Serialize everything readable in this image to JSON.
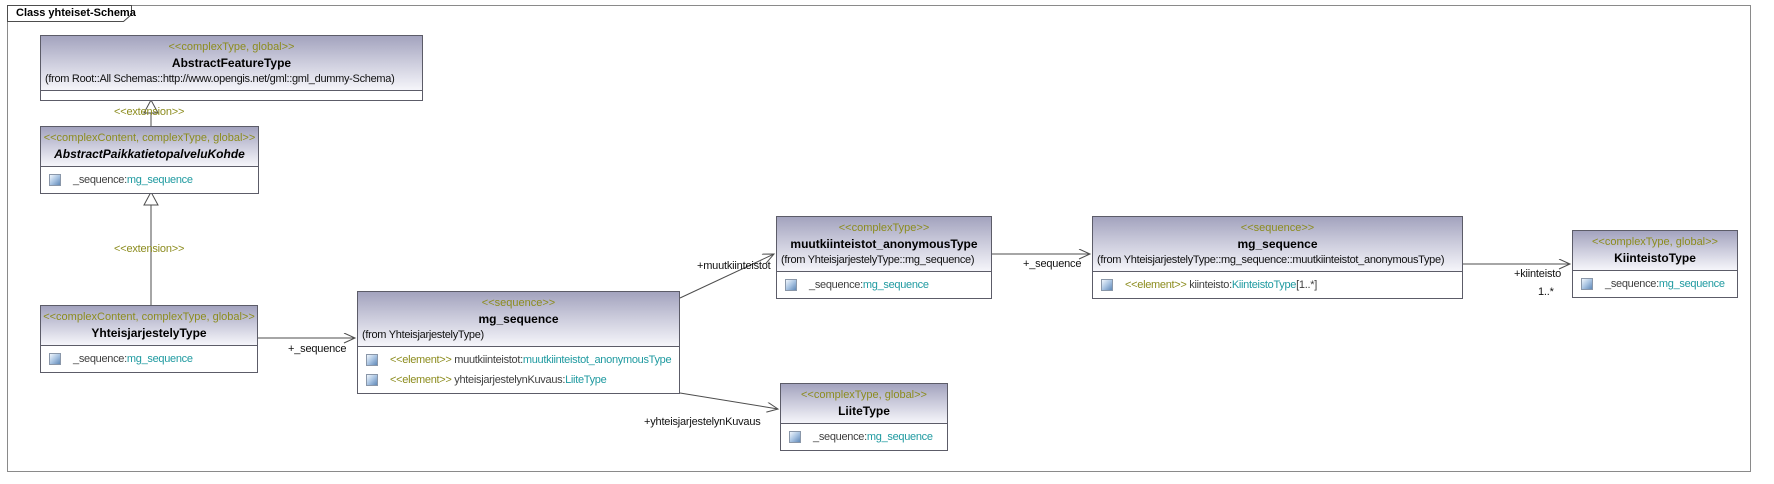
{
  "window": {
    "title": "Class yhteiset-Schema"
  },
  "colors": {
    "stereotype_text": "#8c8c1e",
    "type_reference_text": "#1f9aa0",
    "header_gradient_top": "#a3a3be",
    "box_border": "#5c5c68",
    "connector_line": "#4d4d4d"
  },
  "boxes": {
    "abstractFeatureType": {
      "stereotype": "<<complexType, global>>",
      "name": "AbstractFeatureType",
      "from": "(from Root::All Schemas::http://www.opengis.net/gml::gml_dummy-Schema)"
    },
    "abstractPaikkatietopalveluKohde": {
      "stereotype": "<<complexContent, complexType, global>>",
      "name": "AbstractPaikkatietopalveluKohde",
      "attr": {
        "name": "_sequence:",
        "type": "mg_sequence"
      }
    },
    "yhteisjarjestelyType": {
      "stereotype": "<<complexContent, complexType, global>>",
      "name": "YhteisjarjestelyType",
      "attr": {
        "name": "_sequence:",
        "type": "mg_sequence"
      }
    },
    "mgSequence1": {
      "stereotype": "<<sequence>>",
      "name": "mg_sequence",
      "from": "(from YhteisjarjestelyType)",
      "attrs": [
        {
          "stereotype": "<<element>>",
          "name": " muutkiinteistot:",
          "type": "muutkiinteistot_anonymousType"
        },
        {
          "stereotype": "<<element>>",
          "name": " yhteisjarjestelynKuvaus:",
          "type": "LiiteType"
        }
      ]
    },
    "muutkiinteistotAnonymousType": {
      "stereotype": "<<complexType>>",
      "name": "muutkiinteistot_anonymousType",
      "from": "(from YhteisjarjestelyType::mg_sequence)",
      "attr": {
        "name": "_sequence:",
        "type": "mg_sequence"
      }
    },
    "mgSequence2": {
      "stereotype": "<<sequence>>",
      "name": "mg_sequence",
      "from": "(from YhteisjarjestelyType::mg_sequence::muutkiinteistot_anonymousType)",
      "attr": {
        "stereotype": "<<element>>",
        "name": " kiinteisto:",
        "type": "KiinteistoType",
        "suffix": "[1..*]"
      }
    },
    "kiinteistoType": {
      "stereotype": "<<complexType, global>>",
      "name": "KiinteistoType",
      "attr": {
        "name": "_sequence:",
        "type": "mg_sequence"
      }
    },
    "liiteType": {
      "stereotype": "<<complexType, global>>",
      "name": "LiiteType",
      "attr": {
        "name": "_sequence:",
        "type": "mg_sequence"
      }
    }
  },
  "edges": {
    "extension1": {
      "label": "<<extension>>"
    },
    "extension2": {
      "label": "<<extension>>"
    },
    "sequence1": {
      "label": "+_sequence"
    },
    "muutkiinteistot": {
      "label": "+muutkiinteistot"
    },
    "sequence2": {
      "label": "+_sequence"
    },
    "kiinteisto": {
      "label": "+kiinteisto",
      "multiplicity": "1..*"
    },
    "yhteisjarjestelynKuvaus": {
      "label": "+yhteisjarjestelynKuvaus"
    }
  }
}
